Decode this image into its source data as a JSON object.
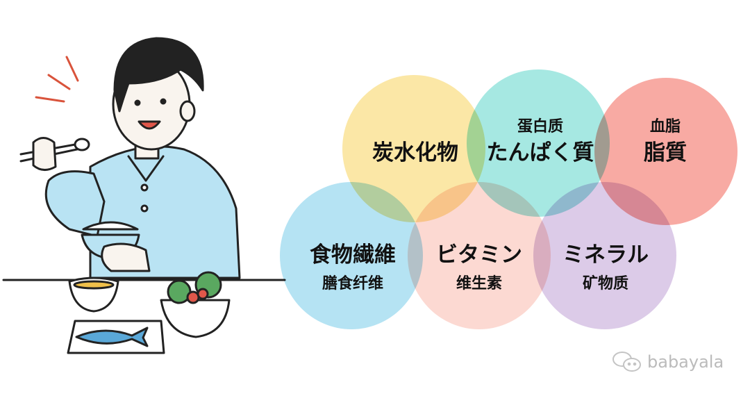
{
  "nutrients": [
    {
      "name_ja": "炭水化物",
      "color": "#fbe7a6"
    },
    {
      "name_cn": "蛋白质",
      "name_ja": "たんぱく質",
      "color": "#a6e8e2"
    },
    {
      "name_cn": "血脂",
      "name_ja": "脂質",
      "color": "#f8aaa3"
    },
    {
      "name_ja": "食物繊維",
      "name_cn": "膳食纤维",
      "color": "#b5e3f3"
    },
    {
      "name_ja": "ビタミン",
      "name_cn": "维生素",
      "color": "#fcd9d2"
    },
    {
      "name_ja": "ミネラル",
      "name_cn": "矿物质",
      "color": "#dccbe8"
    }
  ],
  "watermark": {
    "text": "babayala",
    "icon": "wechat-icon"
  }
}
